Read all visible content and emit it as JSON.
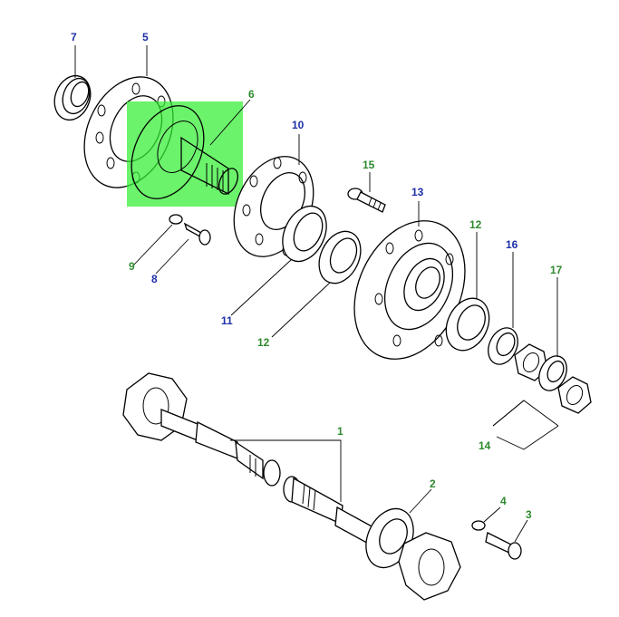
{
  "colors": {
    "blue_label": "#1f2fa8",
    "green_label": "#2f8a2f",
    "highlight": "#33ee33",
    "line": "#000000"
  },
  "callouts": {
    "c1": "1",
    "c2": "2",
    "c3": "3",
    "c4": "4",
    "c5": "5",
    "c6": "6",
    "c7": "7",
    "c8": "8",
    "c9": "9",
    "c10": "10",
    "c11": "11",
    "c12a": "12",
    "c12b": "12",
    "c13": "13",
    "c14": "14",
    "c15": "15",
    "c16": "16",
    "c17": "17"
  }
}
